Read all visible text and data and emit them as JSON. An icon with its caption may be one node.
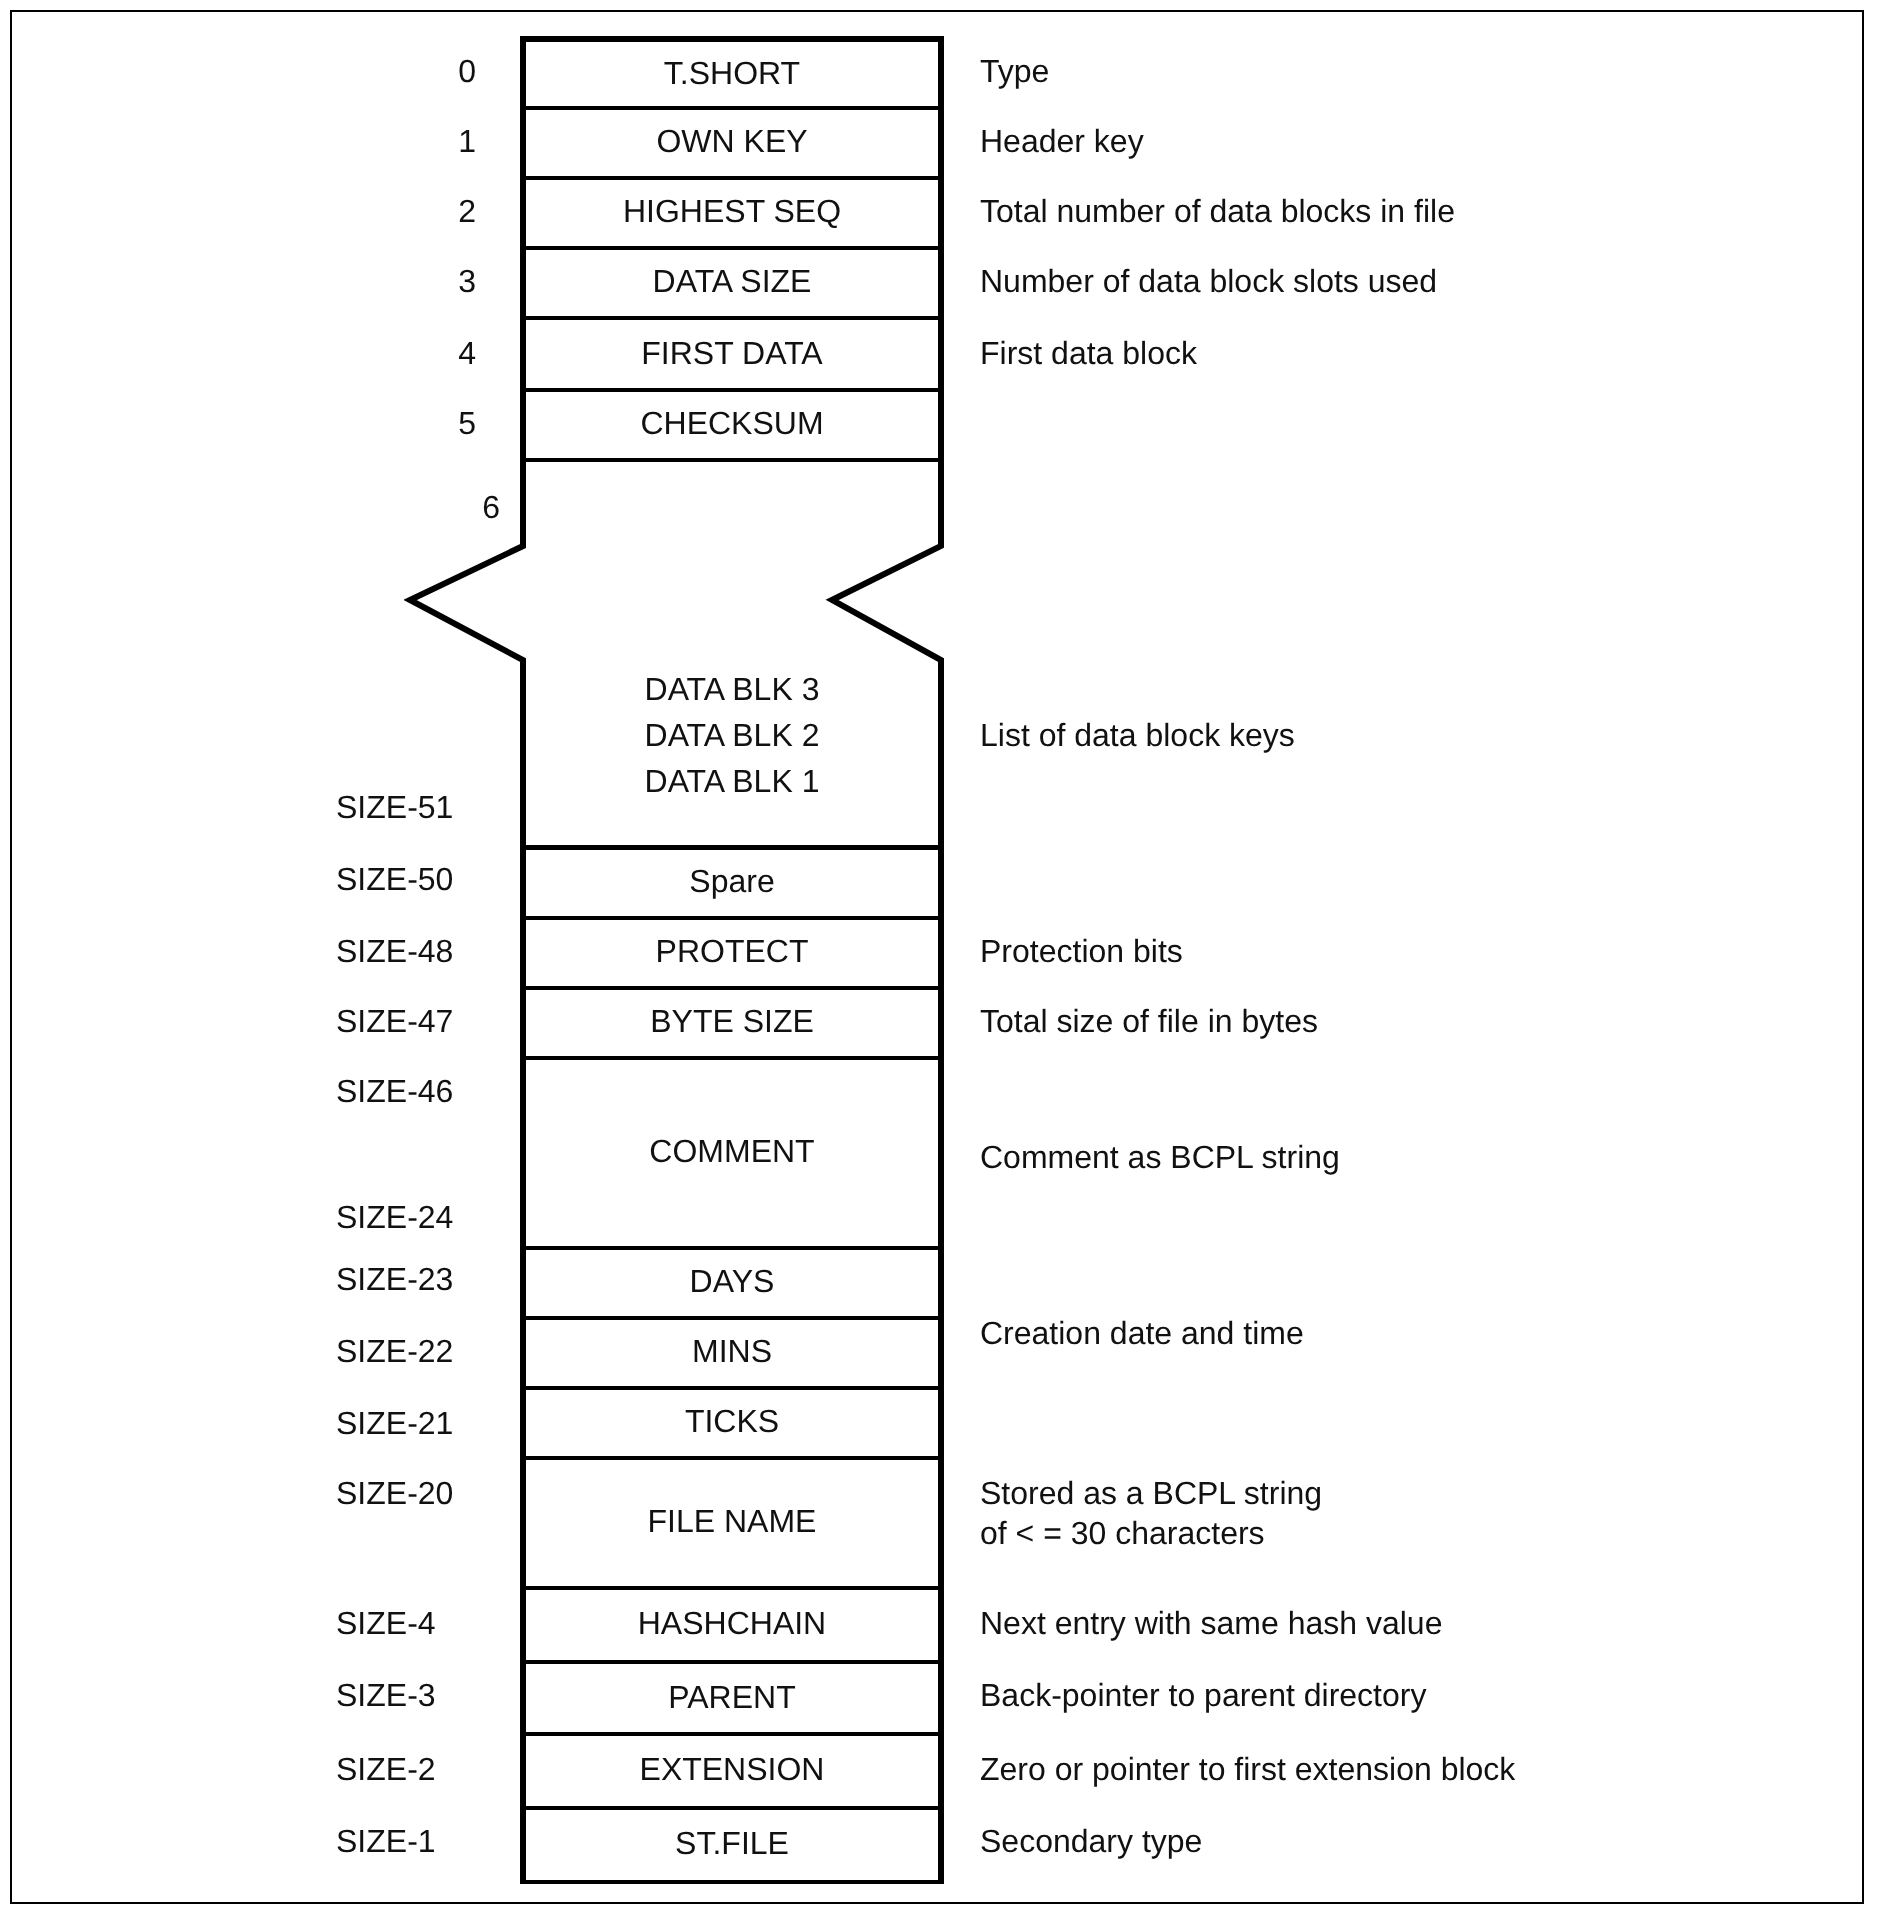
{
  "diagram": {
    "nodes": [
      {
        "text": [
          "T.SHORT"
        ]
      },
      {
        "text": [
          "OWN KEY"
        ]
      },
      {
        "text": [
          "HIGHEST SEQ"
        ]
      },
      {
        "text": [
          "DATA SIZE"
        ]
      },
      {
        "text": [
          "FIRST DATA"
        ]
      },
      {
        "text": [
          "CHECKSUM"
        ]
      },
      {
        "text": [
          "DATA BLK 3",
          "DATA BLK 2",
          "DATA BLK 1"
        ]
      },
      {
        "text": [
          "Spare"
        ]
      },
      {
        "text": [
          "PROTECT"
        ]
      },
      {
        "text": [
          "BYTE SIZE"
        ]
      },
      {
        "text": [
          "COMMENT"
        ]
      },
      {
        "text": [
          "DAYS"
        ]
      },
      {
        "text": [
          "MINS"
        ]
      },
      {
        "text": [
          "TICKS"
        ]
      },
      {
        "text": [
          "FILE NAME"
        ]
      },
      {
        "text": [
          "HASHCHAIN"
        ]
      },
      {
        "text": [
          "PARENT"
        ]
      },
      {
        "text": [
          "EXTENSION"
        ]
      },
      {
        "text": [
          "ST.FILE"
        ]
      }
    ],
    "labels": [
      "0",
      "Type",
      "1",
      "Header key",
      "2",
      "Total number of data blocks in file",
      "3",
      "Number of data block slots used",
      "4",
      "First data block",
      "5",
      "6",
      "List of data block keys",
      "SIZE-51",
      "SIZE-50",
      "SIZE-48",
      "Protection bits",
      "SIZE-47",
      "Total size of file in bytes",
      "SIZE-46",
      "Comment as BCPL string",
      "SIZE-24",
      "SIZE-23",
      "Creation date and time",
      "SIZE-22",
      "SIZE-21",
      "SIZE-20",
      "Stored as a BCPL string of < = 30 characters",
      "SIZE-4",
      "Next entry with same hash value",
      "SIZE-3",
      "Back-pointer to parent directory",
      "SIZE-2",
      "Zero or pointer to first extension block",
      "SIZE-1",
      "Secondary type"
    ]
  }
}
